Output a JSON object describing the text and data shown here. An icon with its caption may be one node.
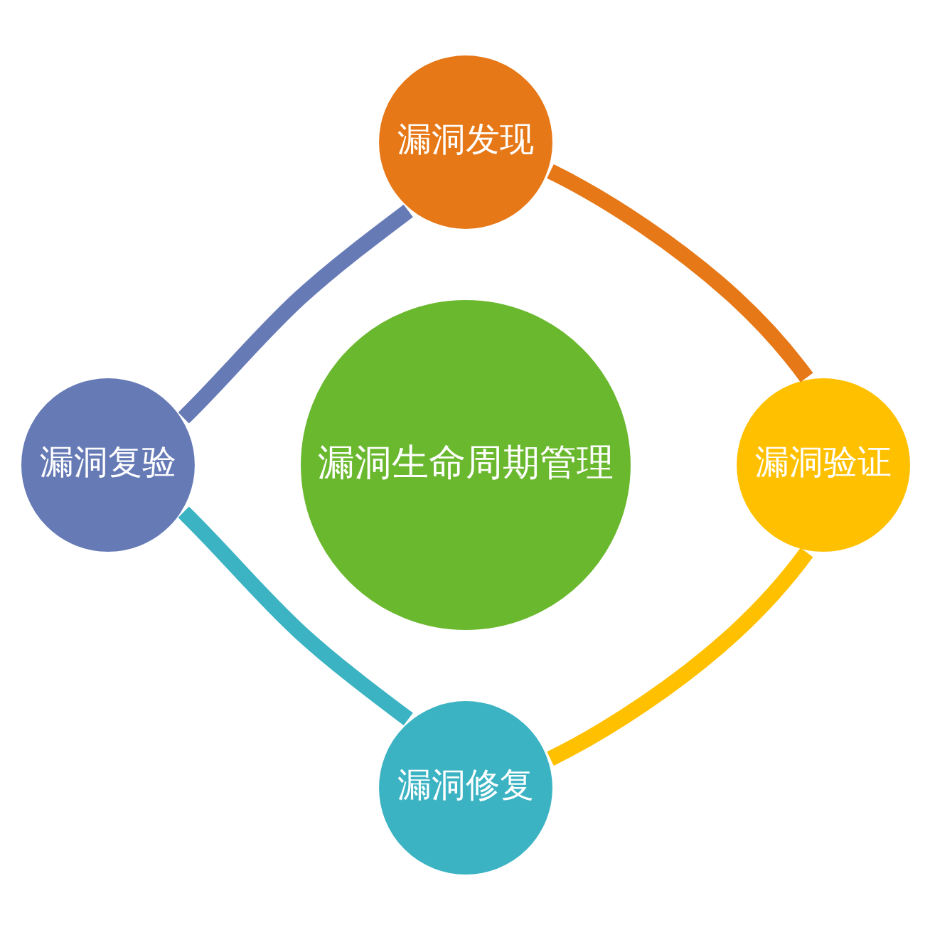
{
  "diagram": {
    "nodes": [
      {
        "text": [
          "漏洞生命周期管理"
        ]
      },
      {
        "text": [
          "漏洞发现"
        ]
      },
      {
        "text": [
          "漏洞验证"
        ]
      },
      {
        "text": [
          "漏洞修复"
        ]
      },
      {
        "text": [
          "漏洞复验"
        ]
      }
    ],
    "edges": [
      {
        "from": 1,
        "to": 2,
        "arrow": "none",
        "color": "#e67817"
      },
      {
        "from": 2,
        "to": 3,
        "arrow": "none",
        "color": "#ffc000"
      },
      {
        "from": 3,
        "to": 4,
        "arrow": "none",
        "color": "#3bb3c3"
      },
      {
        "from": 4,
        "to": 1,
        "arrow": "none",
        "color": "#667ab6"
      }
    ]
  }
}
